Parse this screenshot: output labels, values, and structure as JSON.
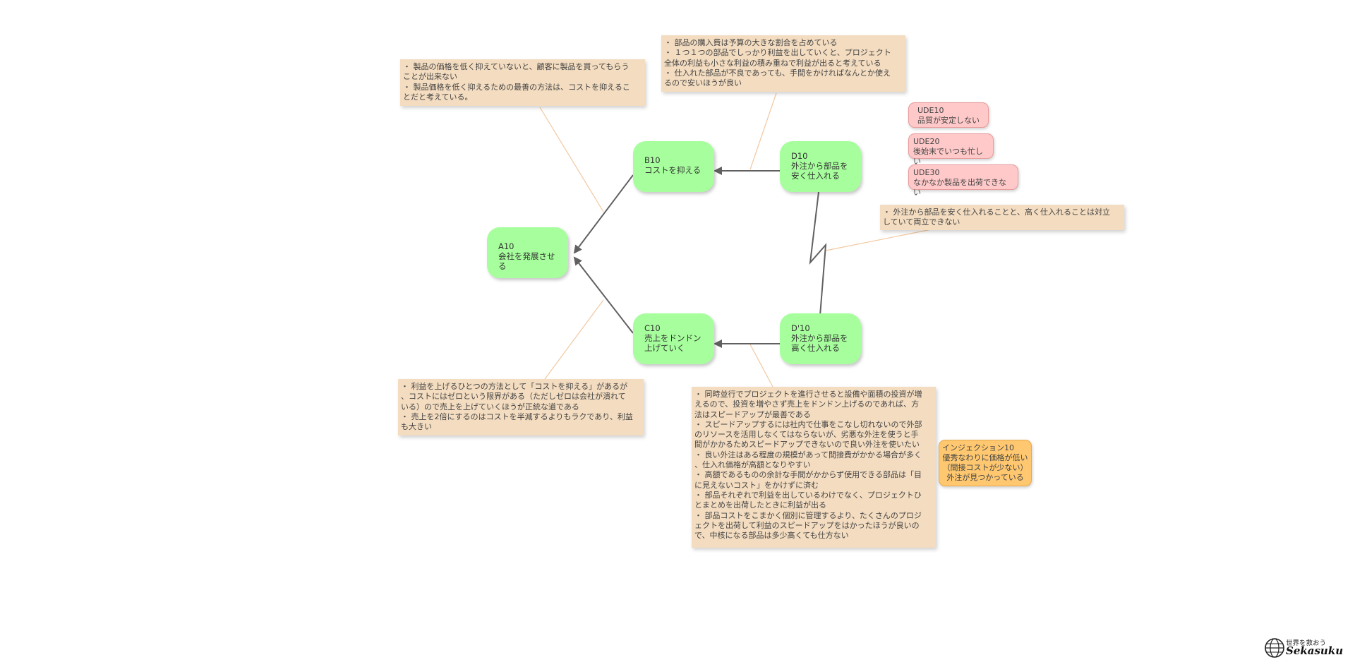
{
  "nodes": {
    "a10": {
      "id": "A10",
      "text": "会社を発展させる"
    },
    "b10": {
      "id": "B10",
      "text": "コストを抑える"
    },
    "c10": {
      "id": "C10",
      "text": "売上をドンドン\n上げていく"
    },
    "d10": {
      "id": "D10",
      "text": "外注から部品を\n安く仕入れる"
    },
    "dp10": {
      "id": "D'10",
      "text": "外注から部品を\n高く仕入れる"
    }
  },
  "notes": {
    "b_assumption": [
      "・ 製品の価格を低く抑えていないと、顧客に製品を買ってもらう",
      "ことが出来ない",
      "・ 製品価格を低く抑えるための最善の方法は、コストを抑えるこ",
      "とだと考えている。"
    ],
    "d_assumption": [
      "・ 部品の購入費は予算の大きな割合を占めている",
      "・ １つ１つの部品でしっかり利益を出していくと、プロジェクト",
      "全体の利益も小さな利益の積み重ねで利益が出ると考えている",
      "・ 仕入れた部品が不良であっても、手間をかければなんとか使え",
      "るので安いほうが良い"
    ],
    "conflict_assumption": [
      "・ 外注から部品を安く仕入れることと、高く仕入れることは対立",
      "していて両立できない"
    ],
    "c_assumption": [
      "・ 利益を上げるひとつの方法として「コストを抑える」があるが",
      "、コストにはゼロという限界がある（ただしゼロは会社が潰れて",
      "いる）ので売上を上げていくほうが正統な道である",
      "・ 売上を2倍にするのはコストを半減するよりもラクであり、利益",
      "も大きい"
    ],
    "dp_assumption": [
      "・ 同時並行でプロジェクトを進行させると設備や面積の投資が増",
      "えるので、投資を増やさず売上をドンドン上げるのであれば、方",
      "法はスピードアップが最善である",
      "・ スピードアップするには社内で仕事をこなし切れないので外部",
      "のリソースを活用しなくてはならないが、劣悪な外注を使うと手",
      "間がかかるためスピードアップできないので良い外注を使いたい",
      "・ 良い外注はある程度の規模があって間接費がかかる場合が多く",
      "、仕入れ価格が高額となりやすい",
      "・ 高額であるものの余計な手間がかからず使用できる部品は「目",
      "に見えないコスト」をかけずに済む",
      "・ 部品それぞれで利益を出しているわけでなく、プロジェクトひ",
      "とまとめを出荷したときに利益が出る",
      "・ 部品コストをこまかく個別に管理するより、たくさんのプロジ",
      "ェクトを出荷して利益のスピードアップをはかったほうが良いの",
      "で、中核になる部品は多少高くても仕方ない"
    ]
  },
  "udes": [
    {
      "id": "UDE10",
      "text": "品質が安定しない"
    },
    {
      "id": "UDE20",
      "text": "後始末でいつも忙しい"
    },
    {
      "id": "UDE30",
      "text": "なかなか製品を出荷できない"
    }
  ],
  "injection": {
    "title": "インジェクション10",
    "lines": [
      "優秀なわりに価格が低い",
      "（間接コストが少ない）",
      "外注が見つかっている"
    ]
  },
  "logo": {
    "small": "世界を救おう",
    "big": "Sekasuku"
  },
  "colors": {
    "node": "#a6ff9c",
    "note": "#f3dcc0",
    "ude": "#ffc9c9",
    "injection": "#ffc870",
    "arrow": "#606060",
    "note_link": "#f2c8a0"
  }
}
